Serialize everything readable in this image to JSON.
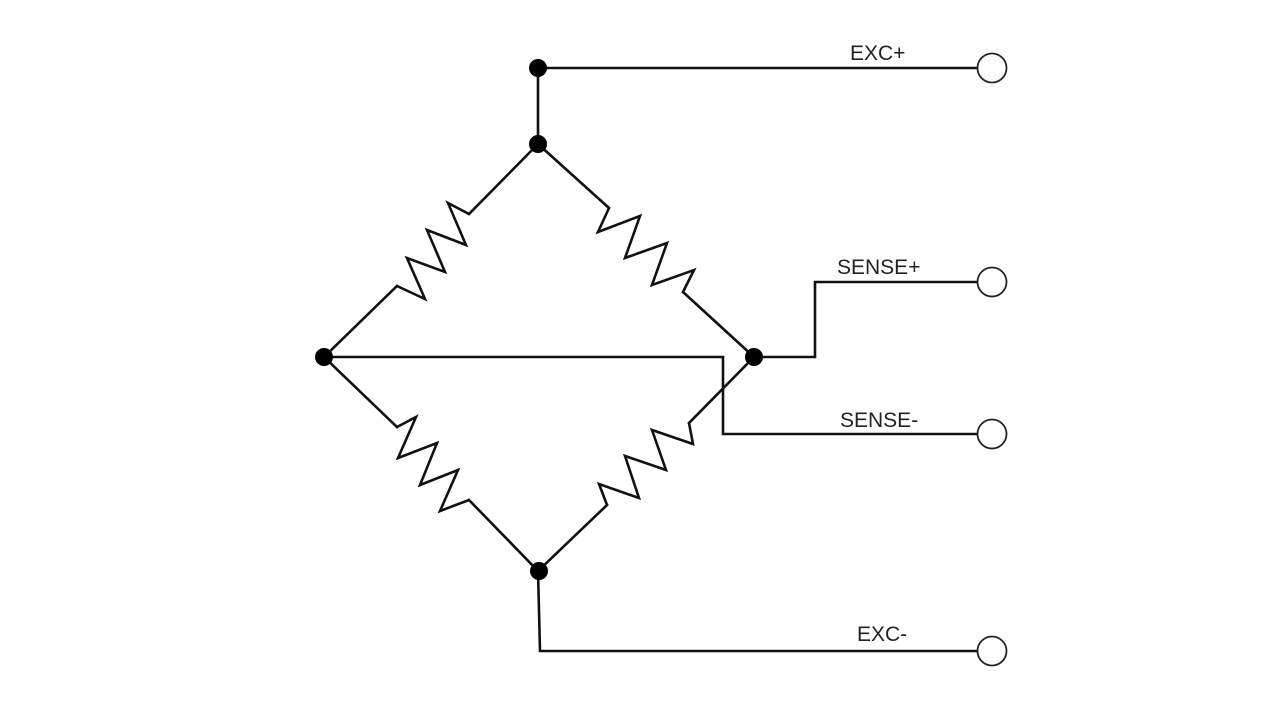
{
  "diagram": {
    "terminals": [
      {
        "id": "exc-plus",
        "label": "EXC+"
      },
      {
        "id": "sense-plus",
        "label": "SENSE+"
      },
      {
        "id": "sense-minus",
        "label": "SENSE-"
      },
      {
        "id": "exc-minus",
        "label": "EXC-"
      }
    ]
  },
  "colors": {
    "line": "#111111",
    "background": "#ffffff"
  }
}
